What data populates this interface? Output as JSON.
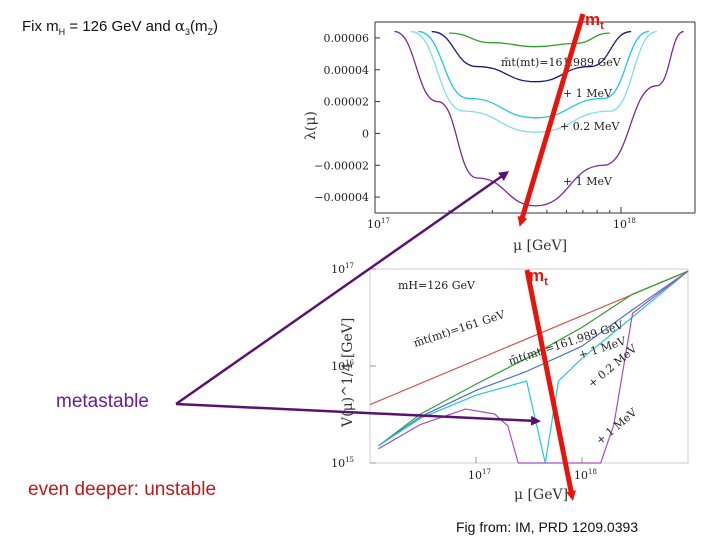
{
  "slide": {
    "title_prefix": "Fix m",
    "title_sub_h": "H",
    "title_mid": " = 126 GeV and ",
    "title_alpha": "α",
    "title_sub_3": "3",
    "title_mz": "(m",
    "title_sub_z": "Z",
    "title_close": ")",
    "metastable": "metastable",
    "unstable": "even deeper: unstable",
    "credit": "Fig from: IM, PRD 1209.0393",
    "arrow_label_top": "m",
    "arrow_label_top_sub": "t",
    "arrow_label_mid": "m",
    "arrow_label_mid_sub": "t"
  },
  "colors": {
    "red_arrow": "#e8140c",
    "purple_arrow": "#5a1270",
    "metastable_text": "#6a1b9a",
    "unstable_text": "#c01818"
  },
  "chart_data": [
    {
      "type": "line",
      "title": "",
      "xlabel": "μ [GeV]",
      "ylabel": "λ(μ)",
      "xscale": "log",
      "xlim": [
        1e+17,
        2e+18
      ],
      "ylim": [
        -5e-05,
        7e-05
      ],
      "xtick_labels": [
        "10^17",
        "10^18"
      ],
      "ytick_labels": [
        "0.00006",
        "0.00004",
        "0.00002",
        "0",
        "−0.00002",
        "−0.00004"
      ],
      "annotations": [
        "m̄t(mt)=161.989 GeV",
        "+ 1 MeV",
        "+ 0.2 MeV",
        "+ 1 MeV"
      ],
      "series": [
        {
          "color": "#2ca02c",
          "x": [
            2e+17,
            3e+17,
            4.5e+17,
            6.5e+17,
            9e+17
          ],
          "y": [
            6.3e-05,
            5.7e-05,
            5.45e-05,
            5.65e-05,
            6.3e-05
          ]
        },
        {
          "color": "#1a1a7a",
          "x": [
            1.7e+17,
            2.6e+17,
            4.5e+17,
            7.5e+17,
            1.1e+18
          ],
          "y": [
            6.4e-05,
            4.2e-05,
            3.25e-05,
            4.2e-05,
            6.4e-05
          ]
        },
        {
          "color": "#22c8d8",
          "x": [
            1.5e+17,
            2.4e+17,
            4.5e+17,
            8.5e+17,
            1.3e+18
          ],
          "y": [
            6.4e-05,
            2.2e-05,
            9.8e-06,
            2.2e-05,
            6.4e-05
          ]
        },
        {
          "color": "#7fdfe8",
          "x": [
            1.4e+17,
            2.3e+17,
            4.5e+17,
            9e+17,
            1.4e+18
          ],
          "y": [
            6.4e-05,
            1.4e-05,
            8e-07,
            1.4e-05,
            6.4e-05
          ]
        },
        {
          "color": "#7a2a9a",
          "x": [
            1.2e+17,
            1.8e+17,
            2.6e+17,
            4.5e+17,
            8.5e+17,
            1.4e+18,
            1.8e+18
          ],
          "y": [
            6.4e-05,
            2e-05,
            -2.8e-05,
            -4.55e-05,
            -2e-05,
            3e-05,
            6.4e-05
          ]
        }
      ]
    },
    {
      "type": "line",
      "title": "",
      "xlabel": "μ [GeV]",
      "ylabel": "V(μ)^1/4 [GeV]",
      "xscale": "log",
      "yscale": "log",
      "xlim": [
        1e+16,
        1e+19
      ],
      "ylim": [
        1000000000000000.0,
        1e+17
      ],
      "xtick_labels": [
        "10^17",
        "10^18"
      ],
      "ytick_labels": [
        "10^17",
        "10^16",
        "10^15"
      ],
      "annotations": [
        "mH=126 GeV",
        "m̄t(mt)=161 GeV",
        "m̄t(mt)=161.989 GeV",
        "+ 1 MeV",
        "+ 0.2 MeV",
        "+ 1 MeV"
      ],
      "series": [
        {
          "color": "#d9534f",
          "x": [
            1e+16,
            1e+19
          ],
          "y": [
            4000000000000000.0,
            9.5e+16
          ]
        },
        {
          "color": "#2ca02c",
          "x": [
            1.2e+16,
            3e+16,
            1e+17,
            3e+17,
            1e+18,
            3e+18,
            1e+19
          ],
          "y": [
            1500000000000000.0,
            3200000000000000.0,
            6500000000000000.0,
            1.2e+16,
            2.5e+16,
            5.5e+16,
            9.5e+16
          ]
        },
        {
          "color": "#4a6fd6",
          "x": [
            1.2e+16,
            3e+16,
            1e+17,
            3e+17,
            1e+18,
            3e+18,
            1e+19
          ],
          "y": [
            1500000000000000.0,
            3000000000000000.0,
            5600000000000000.0,
            8800000000000000.0,
            1.6e+16,
            3.8e+16,
            9.5e+16
          ]
        },
        {
          "color": "#22c8d8",
          "x": [
            1.2e+16,
            3e+16,
            1e+17,
            3e+17,
            4.5e+17,
            6e+17,
            1e+18,
            3e+18,
            1e+19
          ],
          "y": [
            1500000000000000.0,
            2900000000000000.0,
            5000000000000000.0,
            7000000000000000.0,
            1000000000000000.0,
            7000000000000000.0,
            1.2e+16,
            3.2e+16,
            9.5e+16
          ]
        },
        {
          "color": "#a64fc0",
          "x": [
            1.2e+16,
            3e+16,
            8e+16,
            1.5e+17,
            2e+17,
            2.5e+17,
            3e+17,
            1.5e+18,
            2e+18,
            3e+18,
            1e+19
          ],
          "y": [
            1400000000000000.0,
            2500000000000000.0,
            3600000000000000.0,
            3200000000000000.0,
            2400000000000000.0,
            1000000000000000.0,
            1000000000000000.0,
            1000000000000000.0,
            2500000000000000.0,
            3.5e+16,
            9.5e+16
          ]
        }
      ]
    }
  ]
}
